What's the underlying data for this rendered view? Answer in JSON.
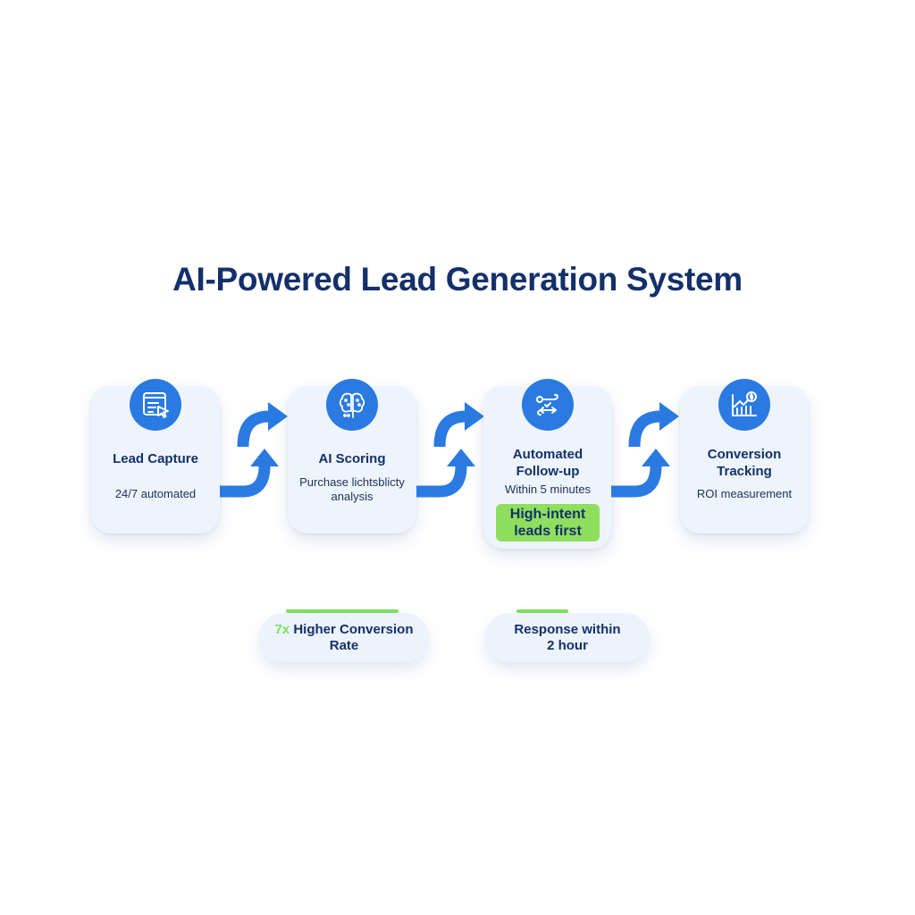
{
  "title": "AI-Powered Lead Generation System",
  "steps": [
    {
      "title": "Lead Capture",
      "subtitle": "24/7 automated",
      "icon": "form-cursor-icon"
    },
    {
      "title": "AI Scoring",
      "subtitle": "Purchase lichtsblicty analysis",
      "icon": "brain-icon"
    },
    {
      "title_line1": "Automated",
      "title_line2": "Follow-up",
      "subtitle": "Within 5 minutes",
      "badge_line1": "High-intent",
      "badge_line2": "leads first",
      "icon": "workflow-icon"
    },
    {
      "title_line1": "Conversion",
      "title_line2": "Tracking",
      "subtitle": "ROI measurement",
      "icon": "chart-dollar-icon"
    }
  ],
  "stats": [
    {
      "highlight": "7x",
      "text_line1": " Higher Conversion",
      "text_line2": "Rate"
    },
    {
      "text_line1": "Response within",
      "text_line2": "2 hour"
    }
  ],
  "colors": {
    "title": "#14306b",
    "accent_blue": "#2a7ae2",
    "card_bg": "#eef4fd",
    "highlight_green": "#8fde5e",
    "bar_green": "#7fe05c"
  }
}
